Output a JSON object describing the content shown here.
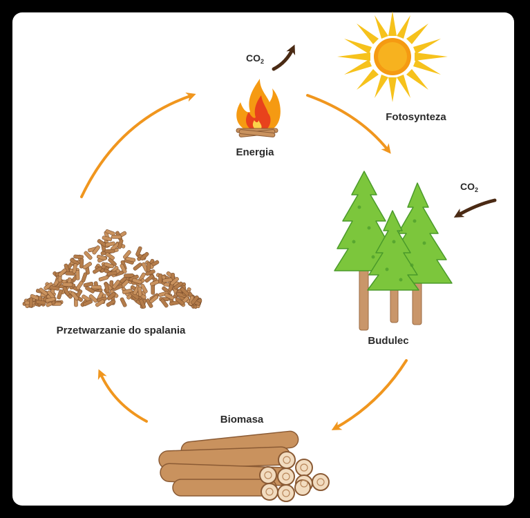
{
  "labels": {
    "energy": "Energia",
    "photosynthesis": "Fotosynteza",
    "timber": "Budulec",
    "biomass": "Biomasa",
    "processing": "Przetwarzanie do spalania"
  },
  "co2": {
    "emission": {
      "main": "CO",
      "sub": "2"
    },
    "absorption": {
      "main": "CO",
      "sub": "2"
    }
  },
  "colors": {
    "cycle_arrow": "#f0961e",
    "co2_arrow": "#4a2a14",
    "sun_ray": "#f6c21c",
    "sun_core": "#f59a12",
    "tree_green": "#7cc63c",
    "tree_dark": "#4a9a2a",
    "trunk": "#c9966a",
    "wood": "#c9925e",
    "wood_dark": "#8a5a34",
    "flame_outer": "#f59a12",
    "flame_inner": "#e8421c",
    "background": "#000000",
    "card": "#ffffff"
  },
  "icons": [
    "sun-icon",
    "campfire-icon",
    "trees-icon",
    "pellet-pile-icon",
    "log-stack-icon"
  ]
}
